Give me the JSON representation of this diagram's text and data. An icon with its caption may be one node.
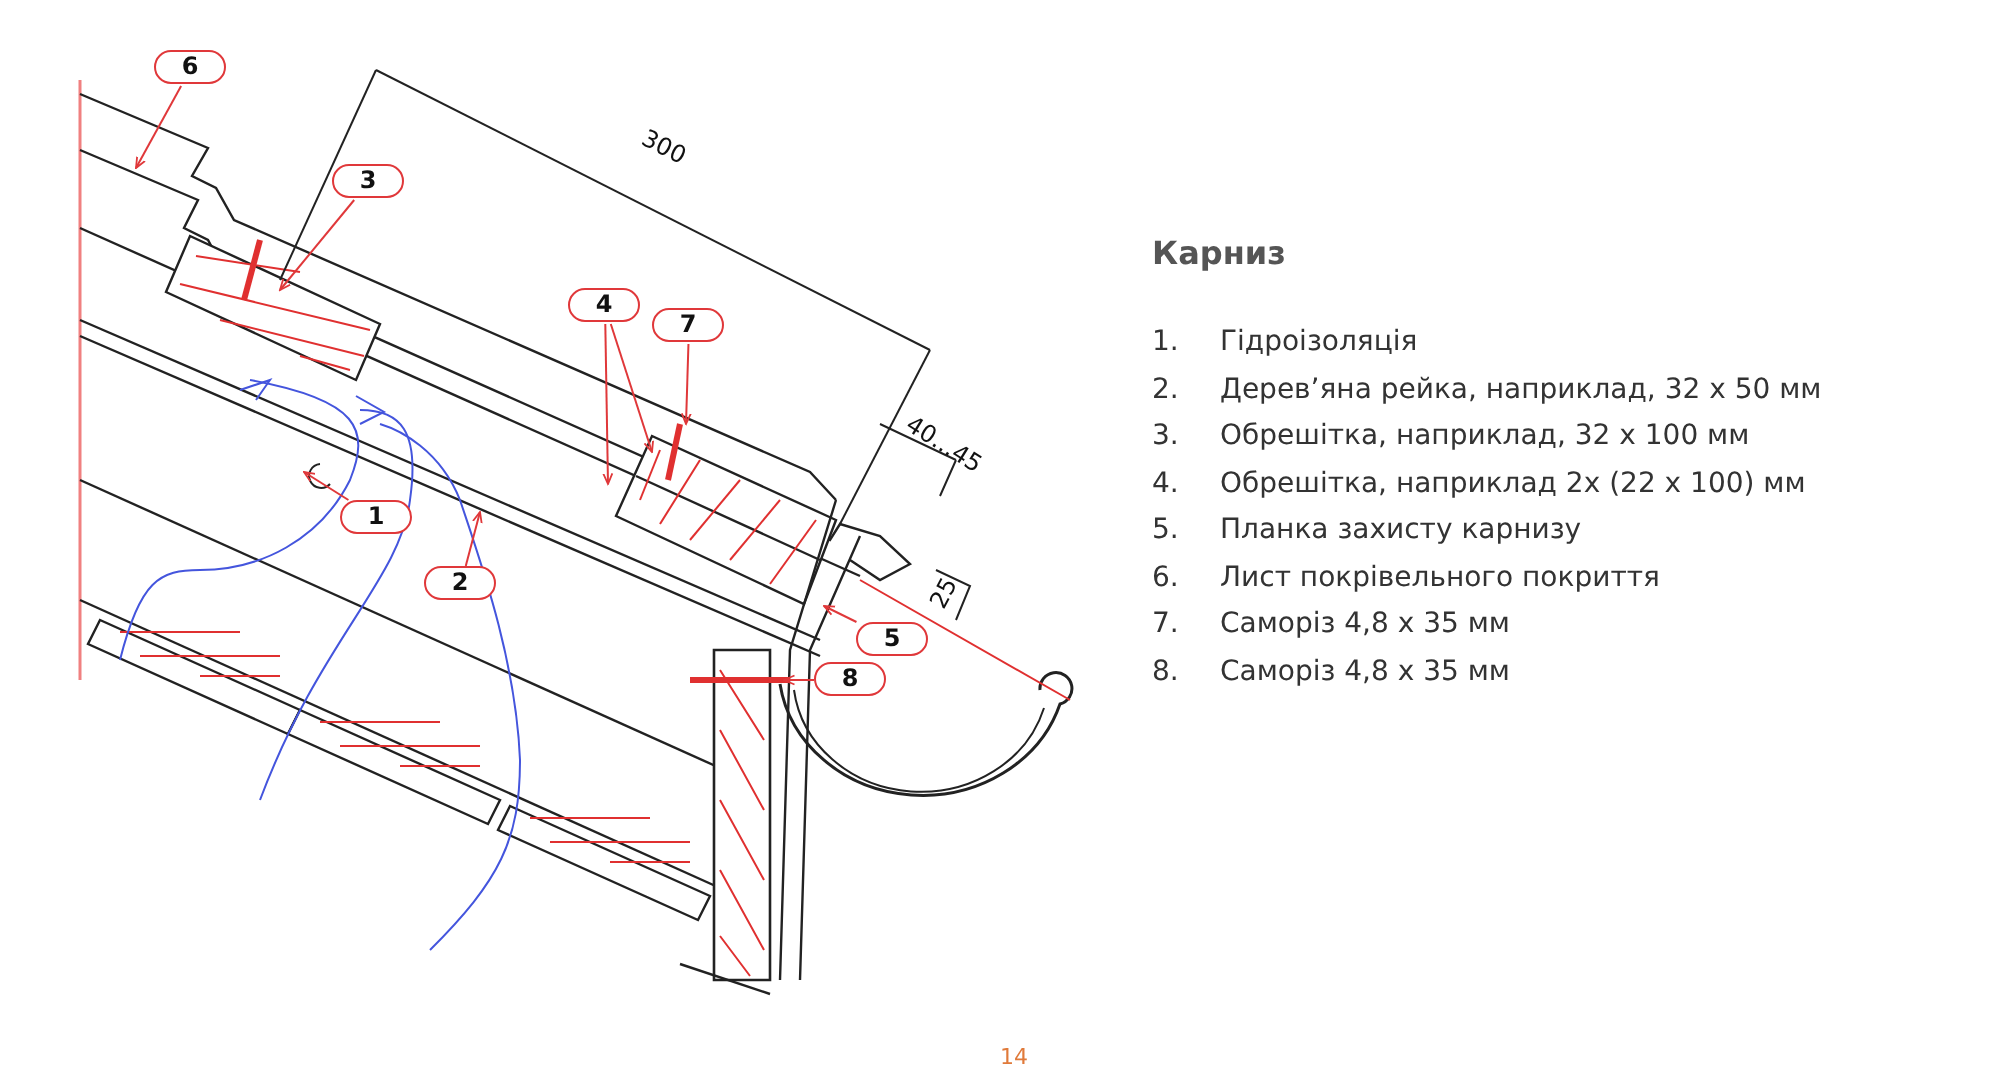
{
  "diagram": {
    "title": "Карниз",
    "nodes": [
      {
        "text": [
          "6"
        ]
      },
      {
        "text": [
          "3"
        ]
      },
      {
        "text": [
          "4"
        ]
      },
      {
        "text": [
          "7"
        ]
      },
      {
        "text": [
          "1"
        ]
      },
      {
        "text": [
          "2"
        ]
      },
      {
        "text": [
          "5"
        ]
      },
      {
        "text": [
          "8"
        ]
      }
    ],
    "edges": [
      {
        "from": 0,
        "to": null,
        "arrow": "to"
      },
      {
        "from": 1,
        "to": null,
        "arrow": "to"
      },
      {
        "from": 2,
        "to": null,
        "arrow": "to"
      },
      {
        "from": 2,
        "to": null,
        "arrow": "to"
      },
      {
        "from": 3,
        "to": null,
        "arrow": "to"
      },
      {
        "from": 4,
        "to": null,
        "arrow": "to"
      },
      {
        "from": 5,
        "to": null,
        "arrow": "to"
      },
      {
        "from": 6,
        "to": null,
        "arrow": "to"
      },
      {
        "from": 7,
        "to": null,
        "arrow": "to"
      }
    ],
    "labels": [
      "300",
      "40...45",
      "25",
      "1.",
      "Гідроізоляція",
      "2.",
      "Дерев’яна рейка, наприклад, 32 x 50 мм",
      "3.",
      "Обрешітка, наприклад, 32 x 100 мм",
      "4.",
      "Обрешітка, наприклад 2x (22 x 100) мм",
      "5.",
      "Планка захисту карнизу",
      "6.",
      "Лист покрівельного покриття",
      "7.",
      "Саморіз 4,8 x 35 мм",
      "8.",
      "Саморіз 4,8 x 35 мм",
      "14"
    ]
  }
}
